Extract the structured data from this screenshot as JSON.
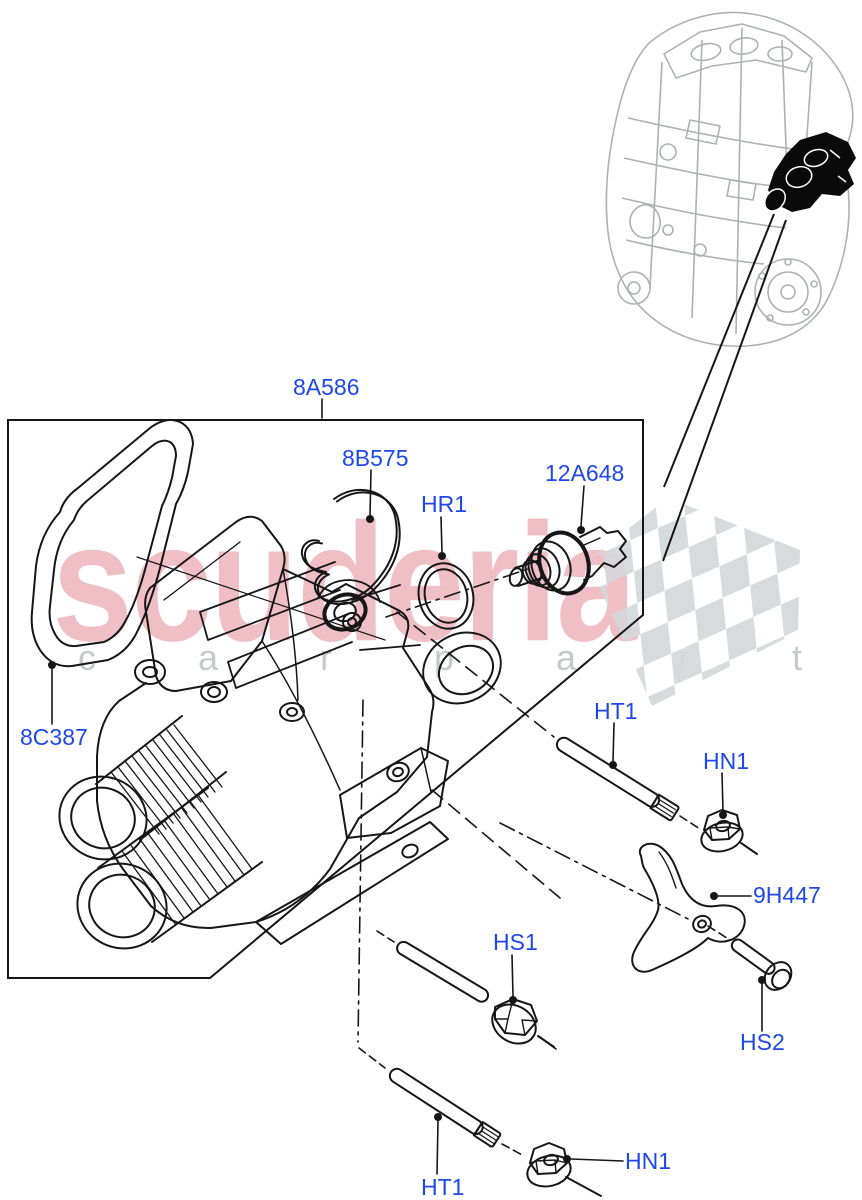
{
  "watermark": {
    "brand": "scuderia",
    "subtitle": "c a r  p a r t s"
  },
  "colors": {
    "callout_blue": "#1e48ec",
    "diagram_line": "#161616",
    "engine_gray": "#aeb1b4",
    "brand_red": "#c61830",
    "checker_gray": "#d4d7da",
    "highlight_fill": "#0a0a0a"
  },
  "diagram": {
    "callouts": [
      {
        "label": "8A586"
      },
      {
        "label": "8B575"
      },
      {
        "label": "HR1"
      },
      {
        "label": "12A648"
      },
      {
        "label": "8C387"
      },
      {
        "label": "HT1"
      },
      {
        "label": "HN1"
      },
      {
        "label": "9H447"
      },
      {
        "label": "HS1"
      },
      {
        "label": "HS2"
      },
      {
        "label": "HT1"
      },
      {
        "label": "HN1"
      }
    ]
  }
}
